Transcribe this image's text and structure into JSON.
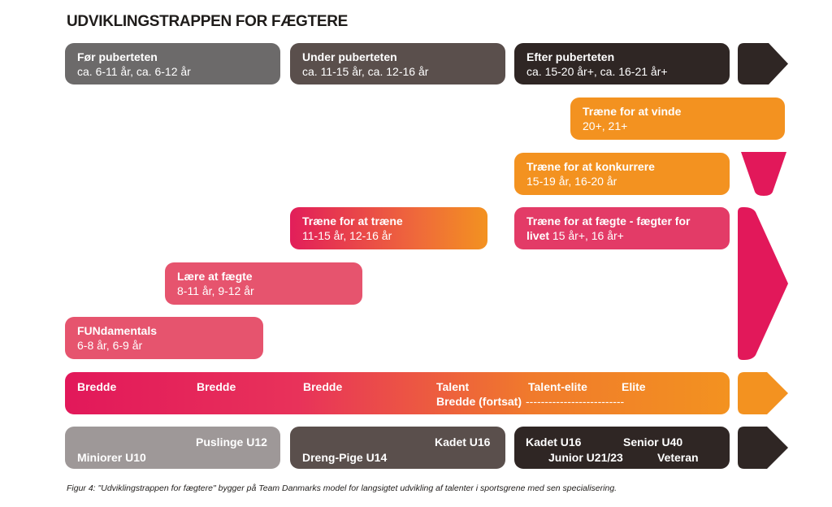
{
  "title": "UDVIKLINGSTRAPPEN FOR FÆGTERE",
  "phases": [
    {
      "title": "Før puberteten",
      "sub": "ca. 6-11 år, ca. 6-12 år"
    },
    {
      "title": "Under puberteten",
      "sub": "ca. 11-15 år, ca. 12-16 år"
    },
    {
      "title": "Efter puberteten",
      "sub": "ca. 15-20 år+, ca. 16-21 år+"
    }
  ],
  "stages": {
    "vinde": {
      "title": "Træne for at vinde",
      "sub": "20+, 21+"
    },
    "konkurrere": {
      "title": "Træne for at konkurrere",
      "sub": "15-19 år, 16-20 år"
    },
    "traene": {
      "title": "Træne for at træne",
      "sub": "11-15 år, 12-16 år"
    },
    "livet": {
      "title": "Træne for at fægte - fægter for",
      "title2": "livet",
      "sub": " 15 år+, 16 år+"
    },
    "laere": {
      "title": "Lære at fægte",
      "sub": "8-11 år, 9-12 år"
    },
    "fundamentals": {
      "title": "FUNdamentals",
      "sub": "6-8 år, 6-9 år"
    }
  },
  "levels": {
    "bredde1": "Bredde",
    "bredde2": "Bredde",
    "bredde3": "Bredde",
    "talent": "Talent",
    "bredde_fortsat": "Bredde (fortsat)",
    "dashes": "--------------------------",
    "talent_elite": "Talent-elite",
    "elite": "Elite"
  },
  "ages": {
    "puslinge": "Puslinge U12",
    "miniorer": "Miniorer U10",
    "kadet1": "Kadet U16",
    "drengpige": "Dreng-Pige U14",
    "kadet2": "Kadet U16",
    "junior": "Junior U21/23",
    "senior": "Senior U40",
    "veteran": "Veteran"
  },
  "caption": "Figur 4: \"Udviklingstrappen for fægtere\" bygger på Team Danmarks model for langsigtet udvikling af talenter i sportsgrene med sen specialisering.",
  "colors": {
    "orange": "#f39220",
    "pink": "#e6546e",
    "magenta": "#e2185a",
    "dark": "#2f2624",
    "grey": "#6c6a6a"
  }
}
